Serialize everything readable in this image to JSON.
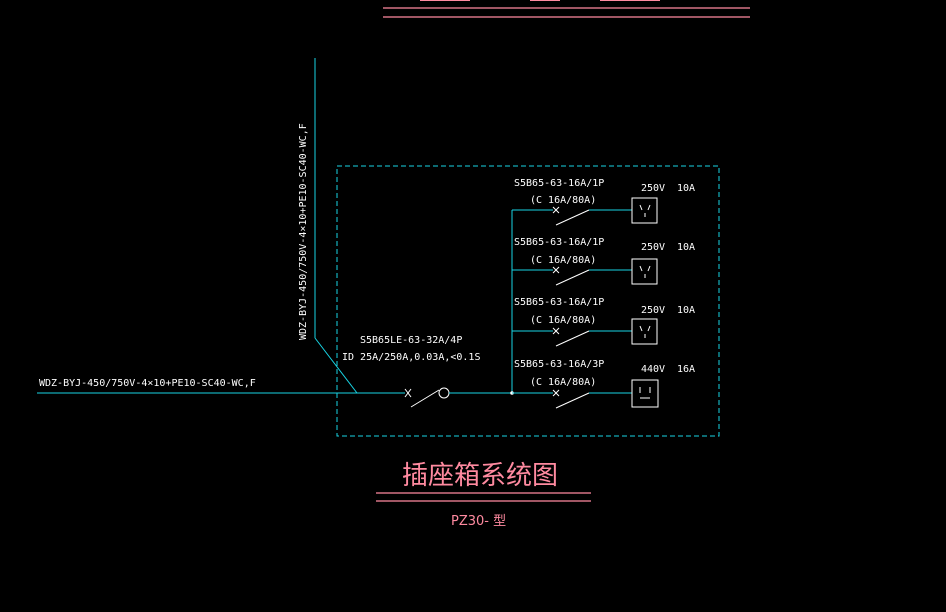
{
  "diagram": {
    "feeder_cable_label": "WDZ-BYJ-450/750V-4×10+PE10-SC40-WC,F",
    "riser_cable_label": "WDZ-BYJ-450/750V-4×10+PE10-SC40-WC,F",
    "main_breaker": {
      "model": "S5B65LE-63-32A/4P",
      "rating": "ID 25A/250A,0.03A,<0.1S"
    },
    "branches": [
      {
        "breaker": "S5B65-63-16A/1P",
        "rating": "(C 16A/80A)",
        "voltage": "250V",
        "current": "10A"
      },
      {
        "breaker": "S5B65-63-16A/1P",
        "rating": "(C 16A/80A)",
        "voltage": "250V",
        "current": "10A"
      },
      {
        "breaker": "S5B65-63-16A/1P",
        "rating": "(C 16A/80A)",
        "voltage": "250V",
        "current": "10A"
      },
      {
        "breaker": "S5B65-63-16A/3P",
        "rating": "(C 16A/80A)",
        "voltage": "440V",
        "current": "16A"
      }
    ],
    "title": "插座箱系统图",
    "subtitle": "PZ30- 型"
  },
  "colors": {
    "background": "#000000",
    "wire": "#18d4e4",
    "symbol": "#ffffff",
    "title": "#ff8aa0"
  }
}
